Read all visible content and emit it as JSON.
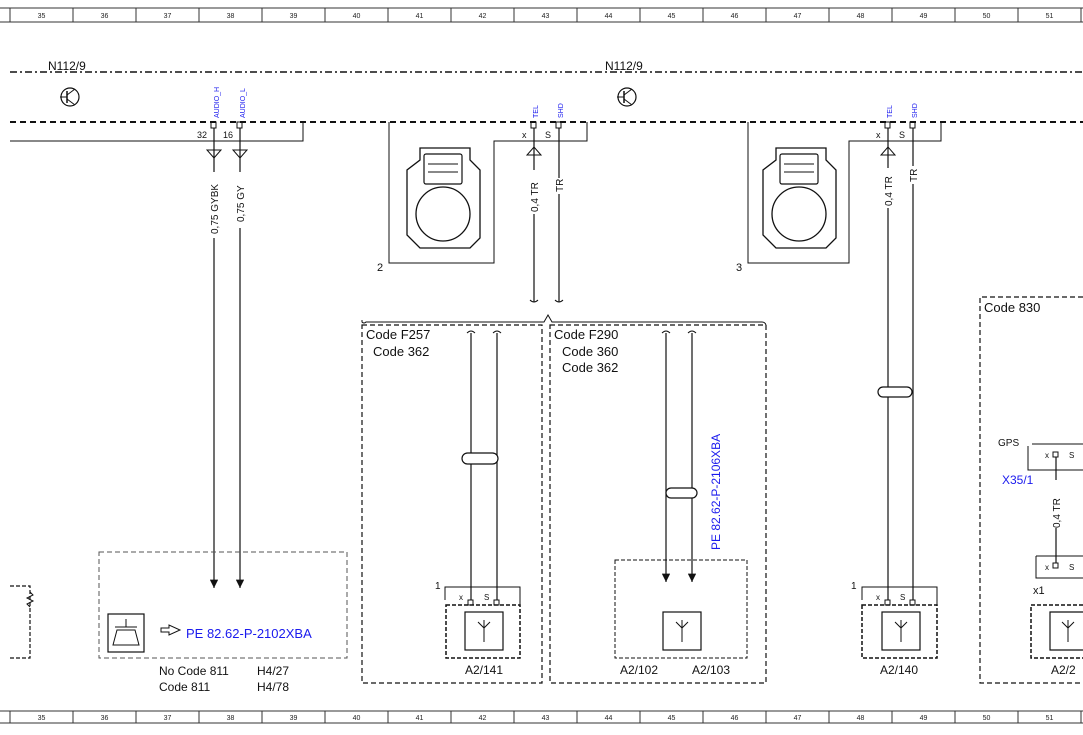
{
  "ruler": {
    "columns": [
      "35",
      "36",
      "37",
      "38",
      "39",
      "40",
      "41",
      "42",
      "43",
      "44",
      "45",
      "46",
      "47",
      "48",
      "49",
      "50",
      "51"
    ]
  },
  "modules": {
    "left": {
      "label": "N112/9"
    },
    "right": {
      "label": "N112/9"
    }
  },
  "pins": {
    "audio_h": "AUDIO_H",
    "audio_l": "AUDIO_L",
    "pin32": "32",
    "pin16": "16",
    "tel1": "TEL",
    "shd1": "SHD",
    "tel2": "TEL",
    "shd2": "SHD",
    "x": "x",
    "s": "S"
  },
  "wires": {
    "gybk": "0,75 GYBK",
    "gy": "0,75 GY",
    "tr1": "0,4 TR",
    "tr1s": "TR",
    "tr2": "0,4 TR",
    "tr2s": "TR",
    "tr3": "0,4 TR"
  },
  "connector_numbers": {
    "c2": "2",
    "c3": "3",
    "n1a": "1",
    "n1b": "1",
    "x1": "x1"
  },
  "codes": {
    "f257": "Code F257",
    "c362a": "Code 362",
    "f290": "Code F290",
    "c360": "Code 360",
    "c362b": "Code 362",
    "c830": "Code 830"
  },
  "refs": {
    "pe2102": "PE 82.62-P-2102XBA",
    "pe2106": "PE 82.62-P-2106XBA",
    "x35": "X35/1",
    "gps": "GPS"
  },
  "notes": {
    "nocode811": "No Code 811",
    "h427": "H4/27",
    "code811": "Code 811",
    "h478": "H4/78"
  },
  "components": {
    "a2_141": "A2/141",
    "a2_102": "A2/102",
    "a2_103": "A2/103",
    "a2_140": "A2/140",
    "a2_2": "A2/2"
  }
}
